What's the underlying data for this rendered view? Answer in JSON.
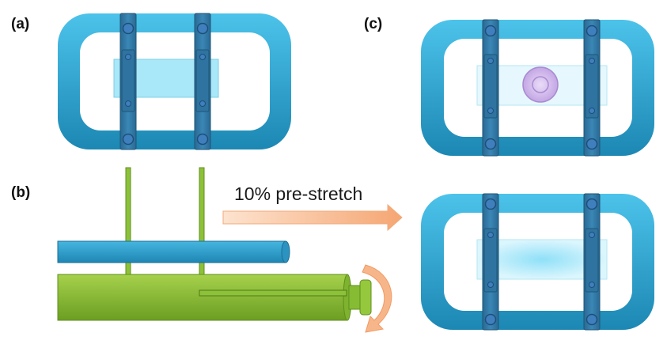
{
  "labels": {
    "a": "(a)",
    "b": "(b)",
    "c": "(c)"
  },
  "prestretch_text": "10% pre-stretch",
  "colors": {
    "frame": "#2ea4cf",
    "frame_dark": "#1b7fa8",
    "clamp": "#2c6f9a",
    "bolt": "#3c78b5",
    "membrane": "#a9e8f8",
    "green": "#8dc13a",
    "green_dark": "#5f8f1d",
    "arrow": "#f7b68a",
    "cell": "#cdb4e8"
  }
}
